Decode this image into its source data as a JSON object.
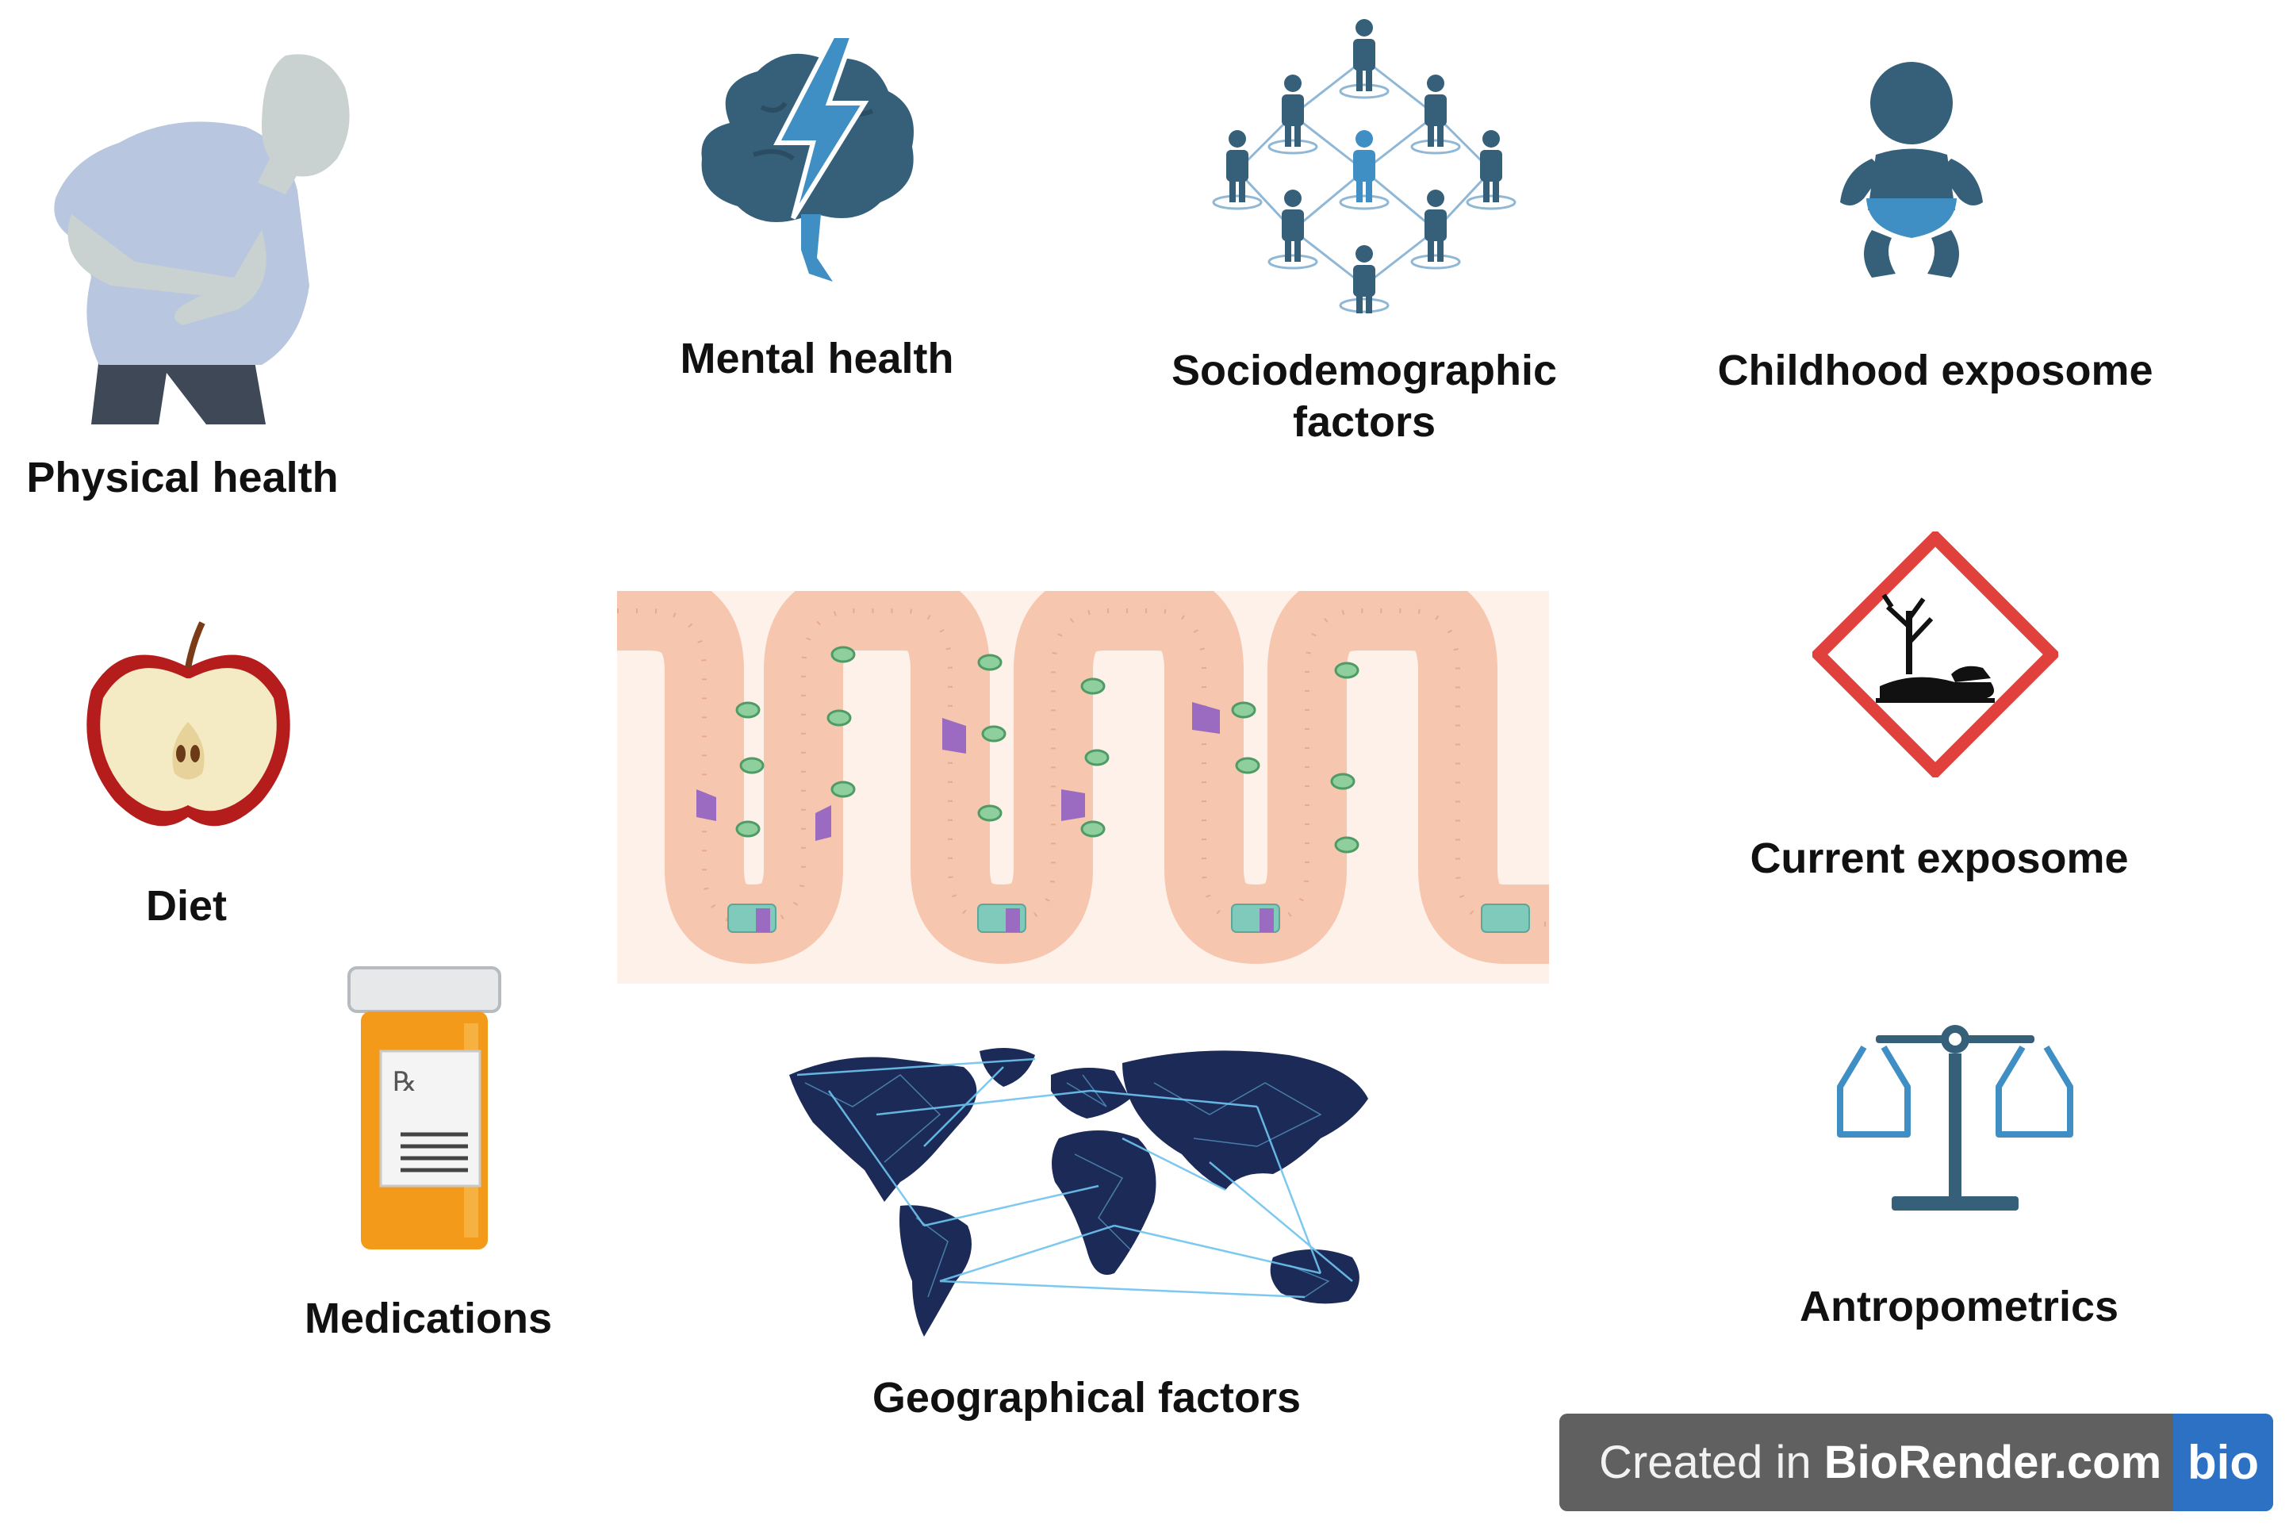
{
  "labels": {
    "physical_health": "Physical health",
    "mental_health": "Mental health",
    "sociodemographic_line1": "Sociodemographic",
    "sociodemographic_line2": "factors",
    "childhood_exposome": "Childhood exposome",
    "diet": "Diet",
    "current_exposome": "Current exposome",
    "medications": "Medications",
    "geographical_factors": "Geographical factors",
    "antropometrics": "Antropometrics"
  },
  "badge": {
    "prefix": "Created in ",
    "brand": "BioRender.com",
    "logo": "bio"
  },
  "icons": [
    "person-stomach-pain-icon",
    "brain-lightning-icon",
    "people-network-icon",
    "baby-icon",
    "apple-half-icon",
    "environmental-hazard-icon",
    "pill-bottle-icon",
    "world-map-network-icon",
    "balance-scale-icon",
    "intestinal-villi-illustration"
  ],
  "colors": {
    "icon_dark_blue": "#36607a",
    "icon_light_blue": "#3f8fc4",
    "hazard_red": "#e0413c",
    "pill_orange": "#f39a1b",
    "tissue_peach": "#f6c7ae",
    "map_navy": "#1b2a57",
    "badge_gray": "#606060",
    "badge_blue": "#2d71c4"
  }
}
